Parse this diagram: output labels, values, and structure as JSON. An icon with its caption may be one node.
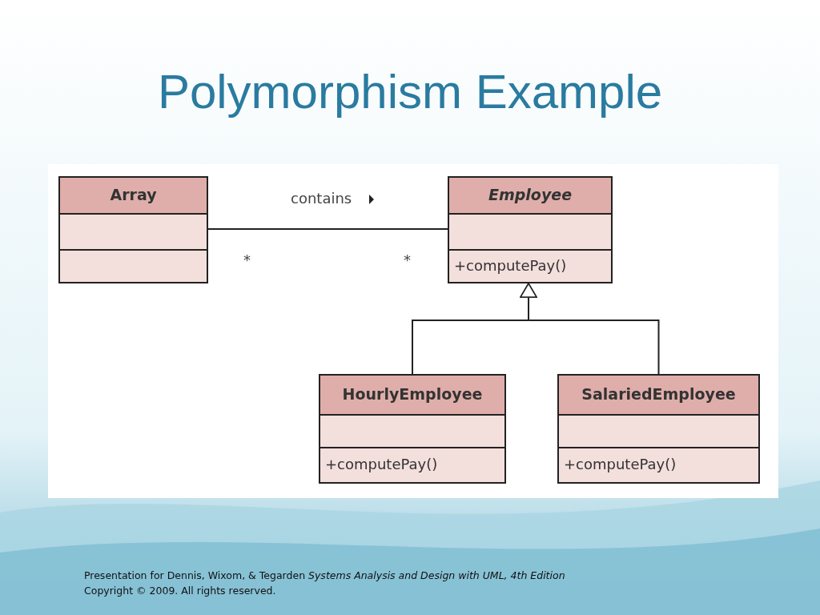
{
  "diagram": {
    "title": "Polymorphism Example",
    "nodes": [
      {
        "text": [
          "Array"
        ]
      },
      {
        "text": [
          "Employee",
          "+computePay()"
        ]
      },
      {
        "text": [
          "HourlyEmployee",
          "+computePay()"
        ]
      },
      {
        "text": [
          "SalariedEmployee",
          "+computePay()"
        ]
      }
    ],
    "edges": [
      {
        "from": 0,
        "to": 1,
        "arrow": "none",
        "label": "contains"
      },
      {
        "from": 2,
        "to": 1,
        "arrow": "to"
      },
      {
        "from": 3,
        "to": 1,
        "arrow": "to"
      }
    ],
    "labels": [
      "*",
      "*",
      "Presentation for Dennis, Wixom, & Tegarden *Systems Analysis and Design with UML, 4th Edition*",
      "Copyright © 2009. All rights reserved."
    ]
  }
}
